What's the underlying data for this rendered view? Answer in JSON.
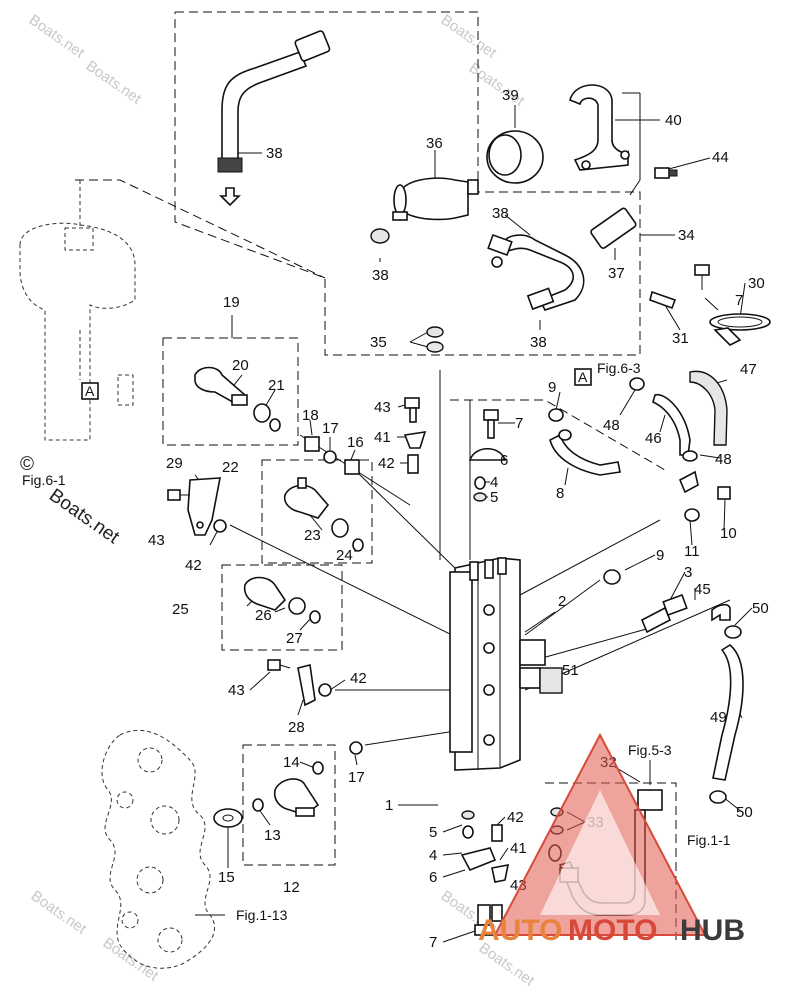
{
  "callouts": {
    "c1": "1",
    "c2": "2",
    "c3": "3",
    "c4a": "4",
    "c4b": "4",
    "c5a": "5",
    "c5b": "5",
    "c6a": "6",
    "c6b": "6",
    "c7a": "7",
    "c7b": "7",
    "c7c": "7",
    "c8": "8",
    "c9a": "9",
    "c9b": "9",
    "c10": "10",
    "c11": "11",
    "c12": "12",
    "c13": "13",
    "c14": "14",
    "c15": "15",
    "c16": "16",
    "c17a": "17",
    "c17b": "17",
    "c18": "18",
    "c19": "19",
    "c20": "20",
    "c21": "21",
    "c22": "22",
    "c23": "23",
    "c24": "24",
    "c25": "25",
    "c26": "26",
    "c27": "27",
    "c28": "28",
    "c29": "29",
    "c30": "30",
    "c31": "31",
    "c32": "32",
    "c33": "33",
    "c34": "34",
    "c35": "35",
    "c36": "36",
    "c37": "37",
    "c38a": "38",
    "c38b": "38",
    "c38c": "38",
    "c38d": "38",
    "c39": "39",
    "c40": "40",
    "c41a": "41",
    "c41b": "41",
    "c42a": "42",
    "c42b": "42",
    "c42c": "42",
    "c42d": "42",
    "c43a": "43",
    "c43b": "43",
    "c43c": "43",
    "c43d": "43",
    "c44": "44",
    "c45": "45",
    "c46": "46",
    "c47": "47",
    "c48a": "48",
    "c48b": "48",
    "c49": "49",
    "c50a": "50",
    "c50b": "50",
    "c51": "51"
  },
  "figrefs": {
    "fig63": "Fig.6-3",
    "fig61": "Fig.6-1",
    "fig53": "Fig.5-3",
    "fig11": "Fig.1-1",
    "fig113": "Fig.1-13",
    "markA1": "A",
    "markA2": "A"
  },
  "watermark": {
    "text": "Boats.net",
    "copyright": "©"
  },
  "logo": {
    "part1": "AUTO",
    "part2": "MOTO",
    "part3": "HUB"
  }
}
